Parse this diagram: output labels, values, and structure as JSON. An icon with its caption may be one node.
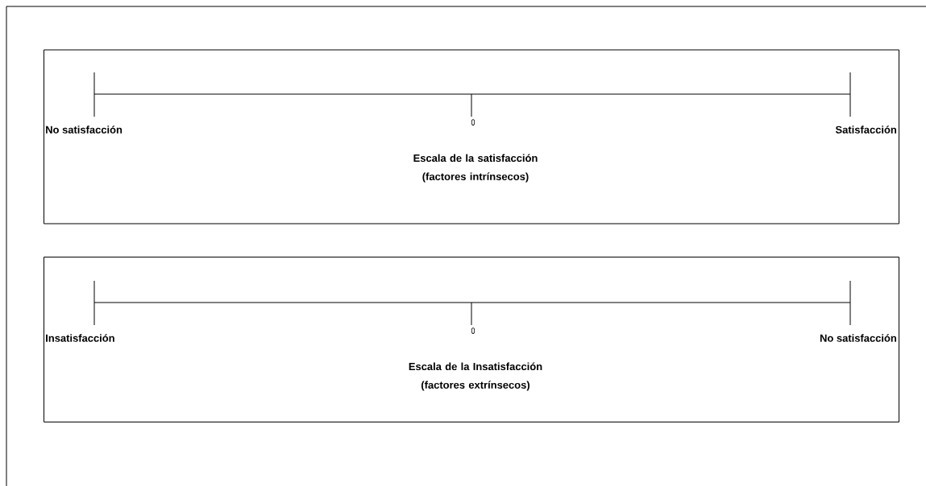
{
  "diagram": {
    "nodes": [
      {
        "text": [
          "No satisfacción",
          "0",
          "Satisfacción",
          "Escala de la satisfacción (factores intrínsecos)"
        ]
      },
      {
        "text": [
          "Insatisfacción",
          "0",
          "No satisfacción",
          "Escala de la Insatisfacción (factores extrínsecos)"
        ]
      }
    ]
  }
}
